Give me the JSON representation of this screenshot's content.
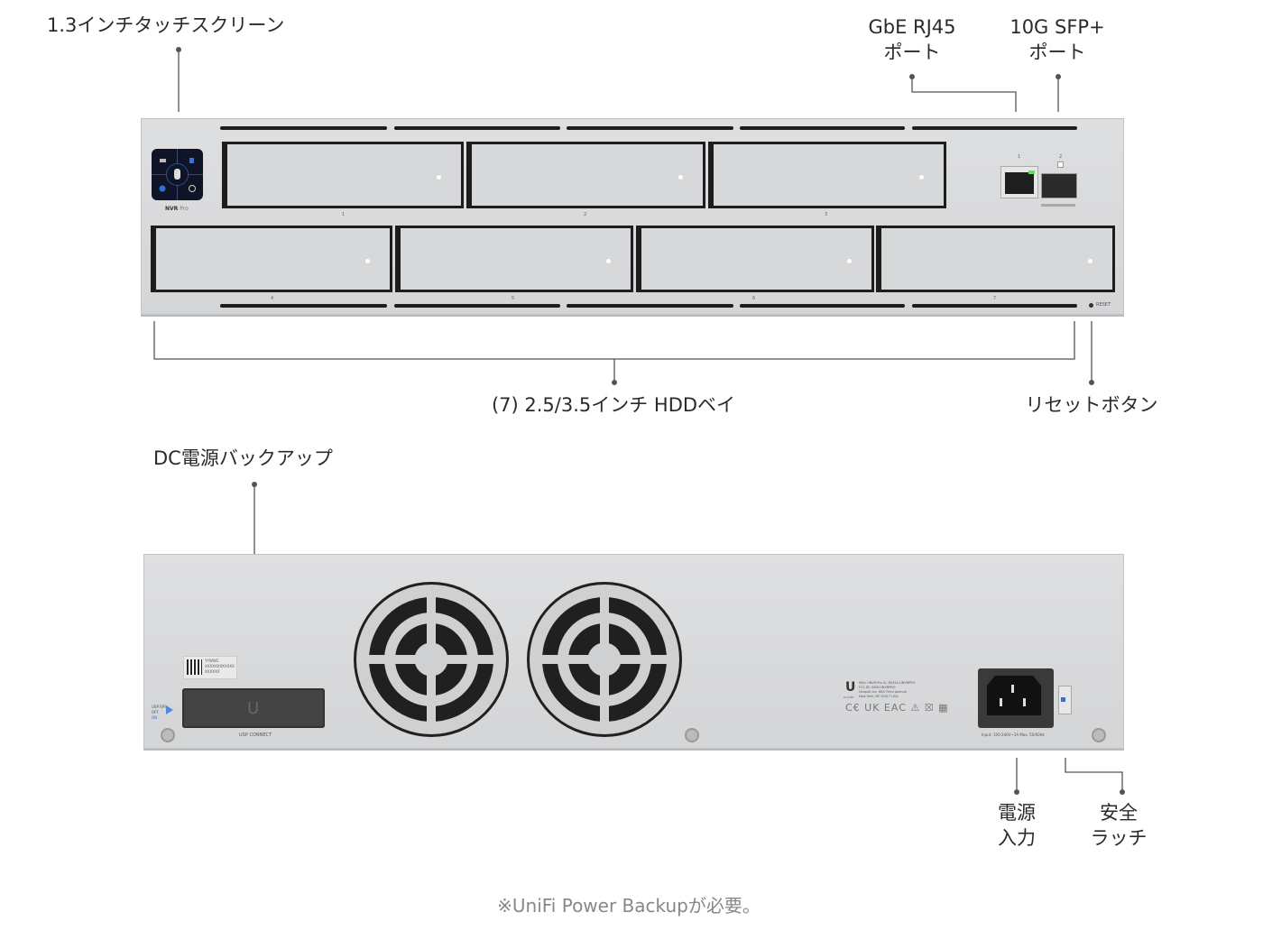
{
  "front_callouts": {
    "touchscreen": "1.3インチタッチスクリーン",
    "gbe_port_line1": "GbE RJ45",
    "gbe_port_line2": "ポート",
    "sfp_port_line1": "10G SFP+",
    "sfp_port_line2": "ポート",
    "hdd_bays": "(7) 2.5/3.5インチ HDDベイ",
    "reset_button": "リセットボタン"
  },
  "front_panel": {
    "model_label_bold": "NVR",
    "model_label_light": "Pro",
    "bay_numbers": [
      "1",
      "2",
      "3",
      "4",
      "5",
      "6",
      "7"
    ],
    "port_numbers": [
      "1",
      "2"
    ],
    "reset_label": "RESET",
    "link_led_color": "#5fe05a"
  },
  "rear_callouts": {
    "dc_backup": "DC電源バックアップ",
    "power_input_line1": "電源",
    "power_input_line2": "入力",
    "safety_latch_line1": "安全",
    "safety_latch_line2": "ラッチ"
  },
  "rear_panel": {
    "serial_label": [
      "YYWWC",
      "XXXXXXXXXXXX",
      "XXXXXX"
    ],
    "usp_connect": "USP CONNECT",
    "usp_status": [
      "USP RPS",
      "OFF",
      "ON"
    ],
    "regulatory_text": [
      "M/N: UNVR-Pro  IC: 6545A-UNVRPRO",
      "FCC ID: SWX-UNVRPRO",
      "Ubiquiti Inc. 685 Third Avenue,",
      "New York, NY 10017 USA"
    ],
    "brand": "UI.COM",
    "power_rating": "Input: 100-240V~3A Max. 50/60Hz"
  },
  "footnote": "※UniFi Power Backupが必要。"
}
